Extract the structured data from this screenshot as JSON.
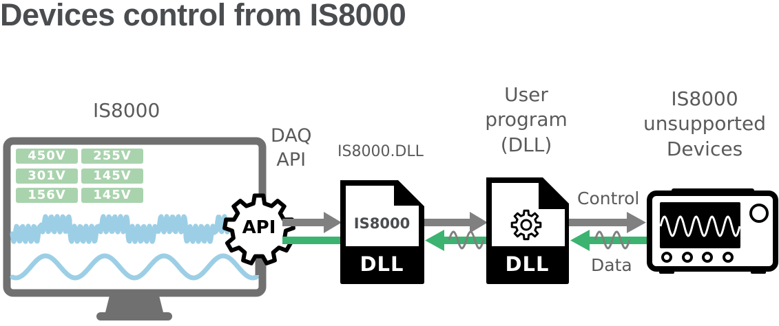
{
  "title": "Devices control from IS8000",
  "colors": {
    "title_text": "#4a4d50",
    "label_text": "#5a5a5a",
    "monitor_frame": "#707070",
    "voltage_badge": "#a9d3ad",
    "waveform": "#9ccfe6",
    "control_arrow": "#808080",
    "data_arrow": "#3cb371",
    "icon_black": "#000000"
  },
  "monitor": {
    "label": "IS8000",
    "voltages": [
      {
        "value": "450V"
      },
      {
        "value": "255V"
      },
      {
        "value": "301V"
      },
      {
        "value": "145V"
      },
      {
        "value": "156V"
      },
      {
        "value": "145V"
      }
    ]
  },
  "api": {
    "label_line1": "DAQ",
    "label_line2": "API",
    "badge": "API",
    "icon": "gear-icon"
  },
  "is8000_dll": {
    "filename": "IS8000.DLL",
    "top_text": "IS8000",
    "bottom_text": "DLL",
    "icon": "file-icon"
  },
  "user_program": {
    "label_line1": "User",
    "label_line2": "program",
    "label_line3": "(DLL)",
    "bottom_text": "DLL",
    "icon": "gear-icon"
  },
  "device": {
    "label_line1": "IS8000",
    "label_line2": "unsupported",
    "label_line3": "Devices",
    "icon": "oscilloscope-icon"
  },
  "flows": {
    "control_label": "Control",
    "data_label": "Data"
  }
}
